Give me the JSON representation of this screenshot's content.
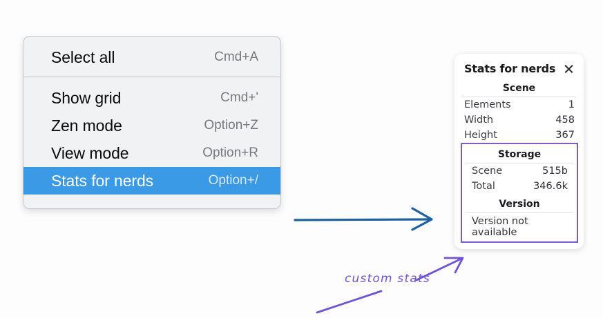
{
  "canvas": {
    "background": "#fdfdfd",
    "accent_blue": "#3b9ae6",
    "annotation_purple": "#7052d6",
    "arrow_blue": "#1e5fa0"
  },
  "context_menu": {
    "sections": [
      {
        "items": [
          {
            "label": "Select all",
            "shortcut": "Cmd+A",
            "selected": false
          }
        ]
      },
      {
        "items": [
          {
            "label": "Show grid",
            "shortcut": "Cmd+'",
            "selected": false
          },
          {
            "label": "Zen mode",
            "shortcut": "Option+Z",
            "selected": false
          },
          {
            "label": "View mode",
            "shortcut": "Option+R",
            "selected": false
          },
          {
            "label": "Stats for nerds",
            "shortcut": "Option+/",
            "selected": true
          }
        ]
      }
    ]
  },
  "stats_panel": {
    "title": "Stats for nerds",
    "close_icon": "close-icon",
    "sections": [
      {
        "name": "scene",
        "heading": "Scene",
        "rows": [
          {
            "key": "Elements",
            "value": "1"
          },
          {
            "key": "Width",
            "value": "458"
          },
          {
            "key": "Height",
            "value": "367"
          }
        ]
      },
      {
        "name": "storage",
        "heading": "Storage",
        "highlighted": true,
        "rows": [
          {
            "key": "Scene",
            "value": "515b"
          },
          {
            "key": "Total",
            "value": "346.6k"
          }
        ]
      },
      {
        "name": "version",
        "heading": "Version",
        "highlighted": true,
        "text": "Version not available"
      }
    ]
  },
  "annotations": {
    "caption": "custom stats"
  }
}
